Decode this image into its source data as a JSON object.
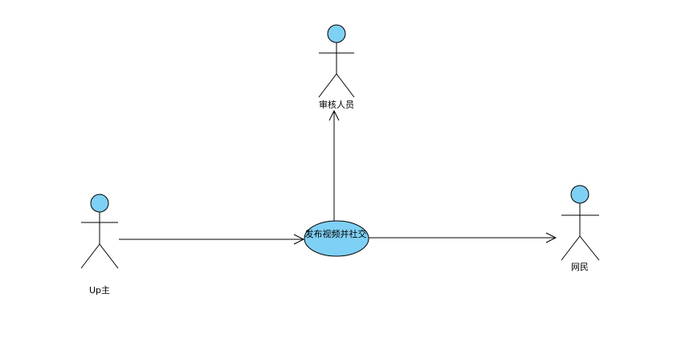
{
  "colors": {
    "actor_fill": "#7fd0f5",
    "usecase_fill": "#7fd0f5",
    "stroke": "#000000",
    "background": "#ffffff"
  },
  "actors": {
    "reviewer": {
      "label": "审核人员"
    },
    "uploader": {
      "label": "Up主"
    },
    "netizen": {
      "label": "网民"
    }
  },
  "usecase": {
    "label": "发布视频并社交"
  }
}
